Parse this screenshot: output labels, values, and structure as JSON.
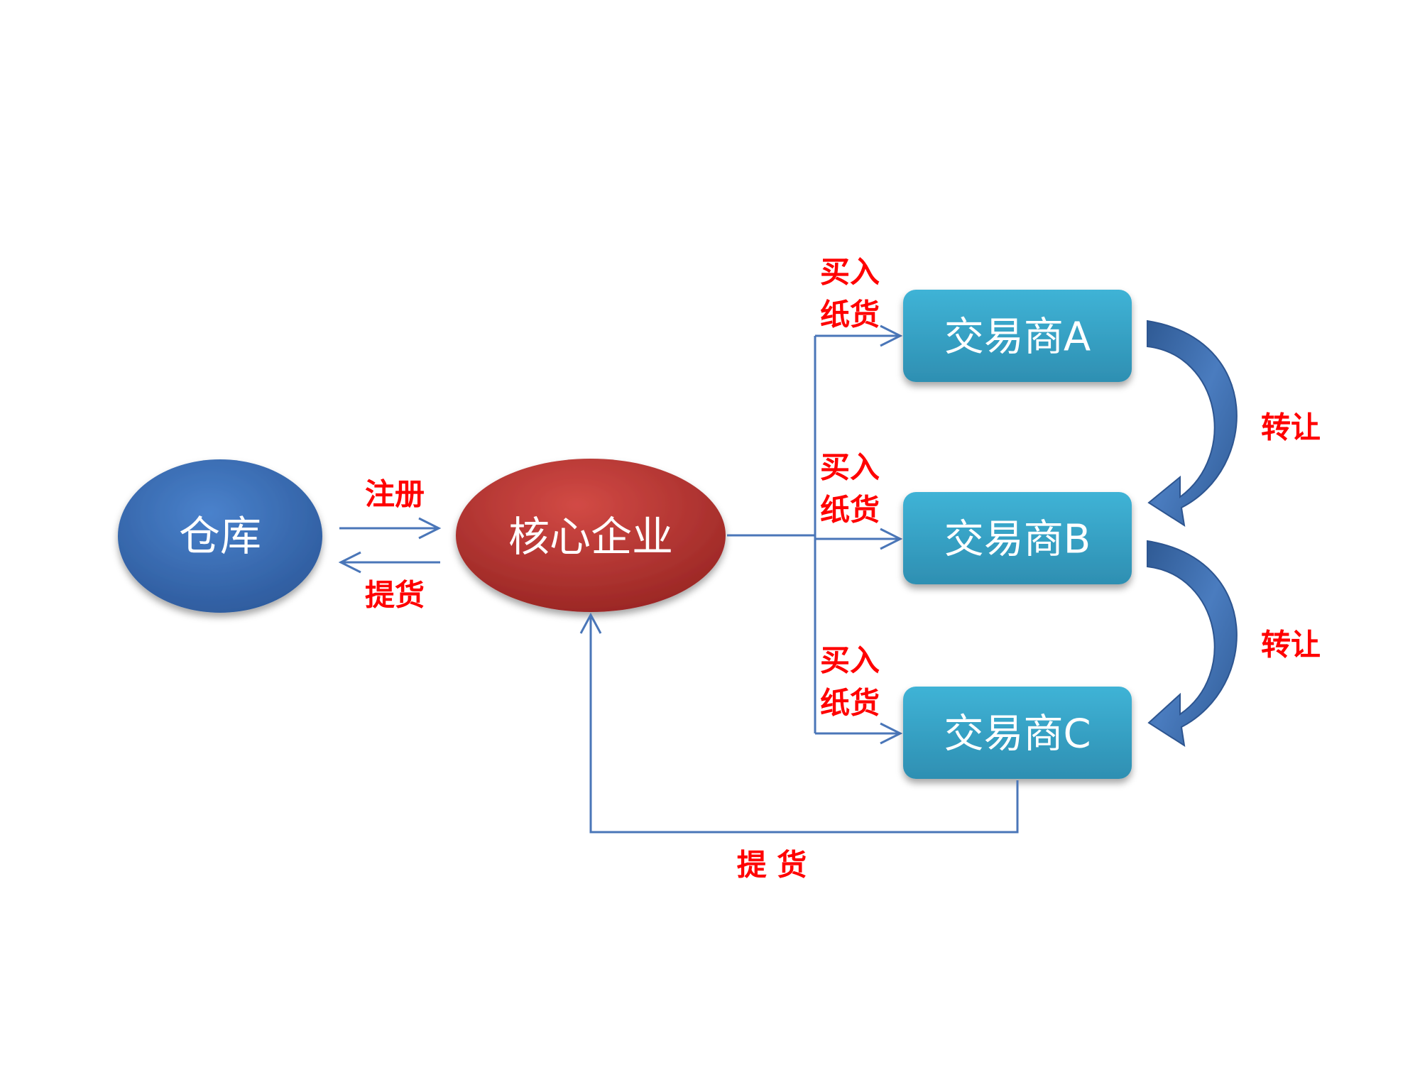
{
  "nodes": {
    "warehouse": "仓库",
    "core_enterprise": "核心企业",
    "trader_a": "交易商A",
    "trader_b": "交易商B",
    "trader_c": "交易商C"
  },
  "labels": {
    "register": "注册",
    "pickup_left": "提货",
    "buy_a_line1": "买入",
    "buy_a_line2": "纸货",
    "buy_b_line1": "买入",
    "buy_b_line2": "纸货",
    "buy_c_line1": "买入",
    "buy_c_line2": "纸货",
    "transfer_ab": "转让",
    "transfer_bc": "转让",
    "pickup_bottom": "提 货"
  },
  "colors": {
    "warehouse": "#3d6fb8",
    "core_enterprise": "#b8302e",
    "trader": "#36a6c8",
    "connector": "#4a76b8",
    "label_red": "#ff0000",
    "curved_arrow": "#3e6aa8"
  }
}
